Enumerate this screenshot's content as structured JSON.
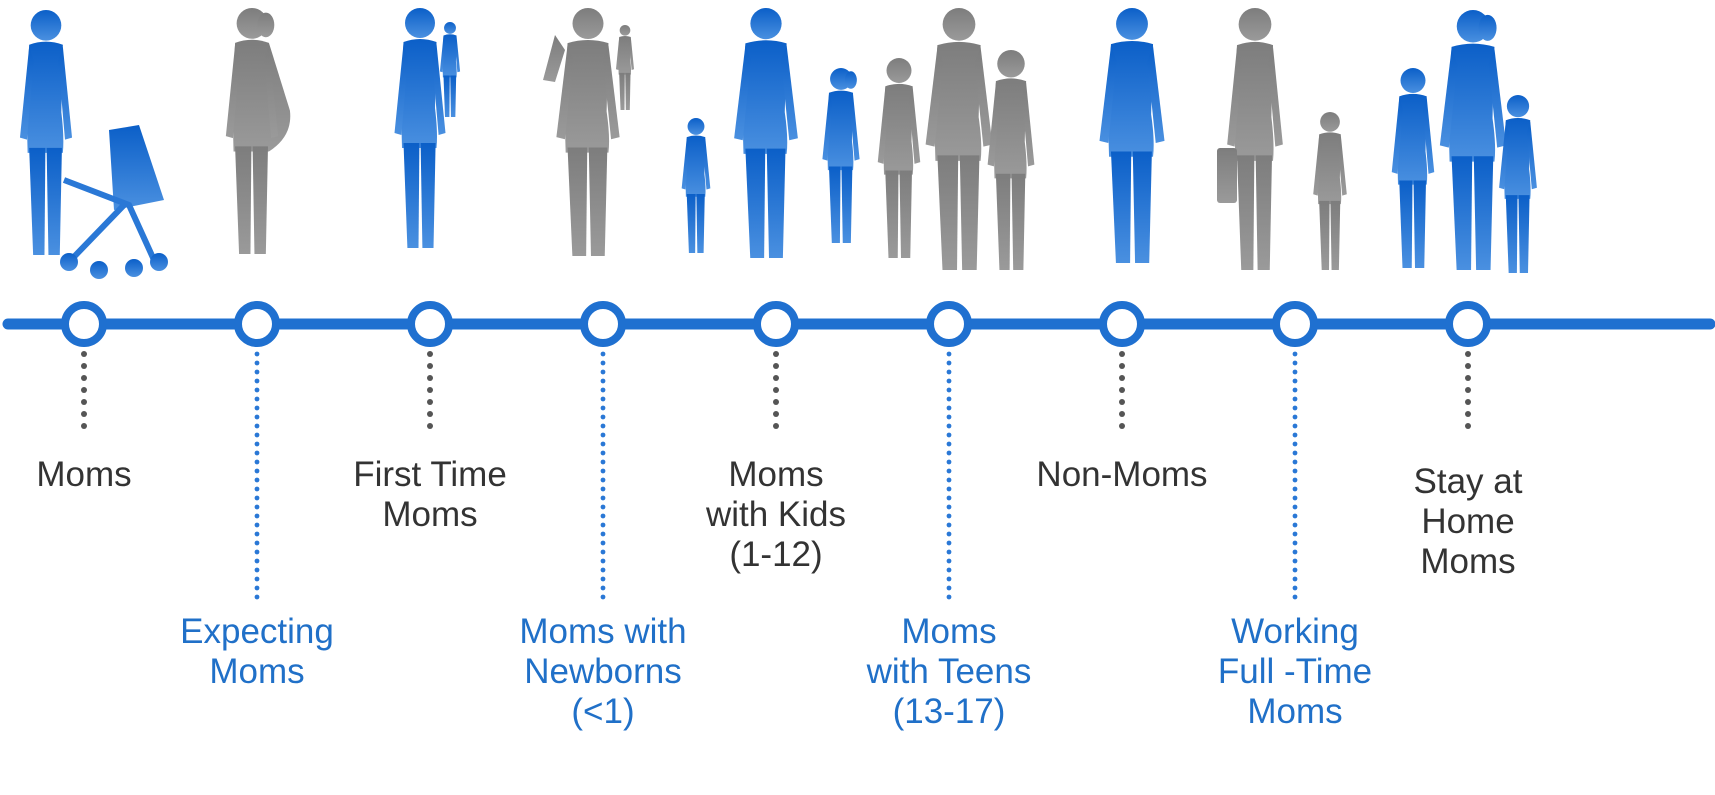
{
  "colors": {
    "blue": "#1c6ed0",
    "gray": "#8a8a8a",
    "line": "#1f70d0",
    "labelBlue": "#2070c8",
    "labelGray": "#333333"
  },
  "segments": [
    {
      "label": "Moms",
      "tone": "blue",
      "figure": "mom-with-stroller-silhouette"
    },
    {
      "label": "Expecting\nMoms",
      "tone": "gray",
      "figure": "pregnant-woman-silhouette"
    },
    {
      "label": "First Time\nMoms",
      "tone": "blue",
      "figure": "mom-holding-baby-silhouette"
    },
    {
      "label": "Moms with\nNewborns\n(<1)",
      "tone": "gray",
      "figure": "mom-carrying-baby-waving-silhouette"
    },
    {
      "label": "Moms\nwith Kids\n(1-12)",
      "tone": "blue",
      "figure": "mom-with-two-kids-silhouette"
    },
    {
      "label": "Moms\nwith Teens\n(13-17)",
      "tone": "gray",
      "figure": "mom-with-teen-girls-silhouette"
    },
    {
      "label": "Non-Moms",
      "tone": "blue",
      "figure": "woman-standing-silhouette"
    },
    {
      "label": "Working\nFull -Time\nMoms",
      "tone": "gray",
      "figure": "working-mom-with-child-silhouette"
    },
    {
      "label": "Stay at\nHome\nMoms",
      "tone": "blue",
      "figure": "mom-hugging-two-boys-silhouette"
    }
  ]
}
